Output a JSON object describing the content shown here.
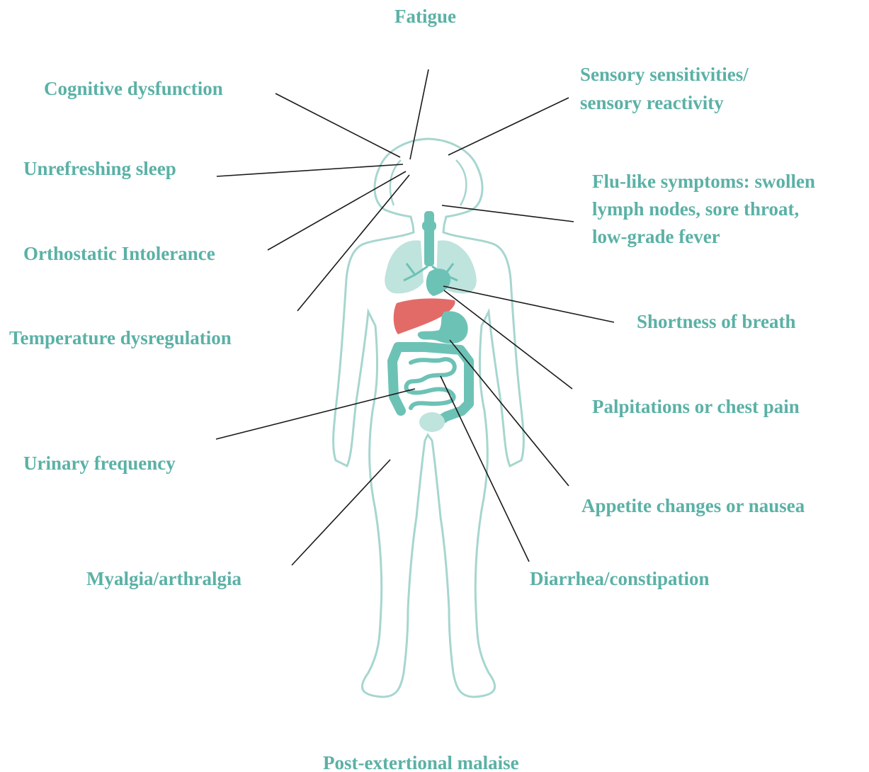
{
  "colors": {
    "label": "#5bb1a6",
    "body_outline": "#a6d6cf",
    "organ": "#6dc2b6",
    "organ_light": "#bfe3dd",
    "liver": "#e26b68",
    "leader_line": "#1a1a1a"
  },
  "labels": {
    "fatigue": "Fatigue",
    "cognitive": "Cognitive dysfunction",
    "unrefreshing": "Unrefreshing sleep",
    "orthostatic": "Orthostatic Intolerance",
    "temperature": "Temperature dysregulation",
    "urinary": "Urinary frequency",
    "myalgia": "Myalgia/arthralgia",
    "sensory_1": "Sensory sensitivities/",
    "sensory_2": "sensory reactivity",
    "flu_1": "Flu-like symptoms: swollen",
    "flu_2": "lymph nodes, sore throat,",
    "flu_3": "low-grade fever",
    "breath": "Shortness of breath",
    "palpitations": "Palpitations or chest pain",
    "appetite": "Appetite changes or nausea",
    "diarrhea": "Diarrhea/constipation",
    "pem": "Post-extertional malaise"
  }
}
